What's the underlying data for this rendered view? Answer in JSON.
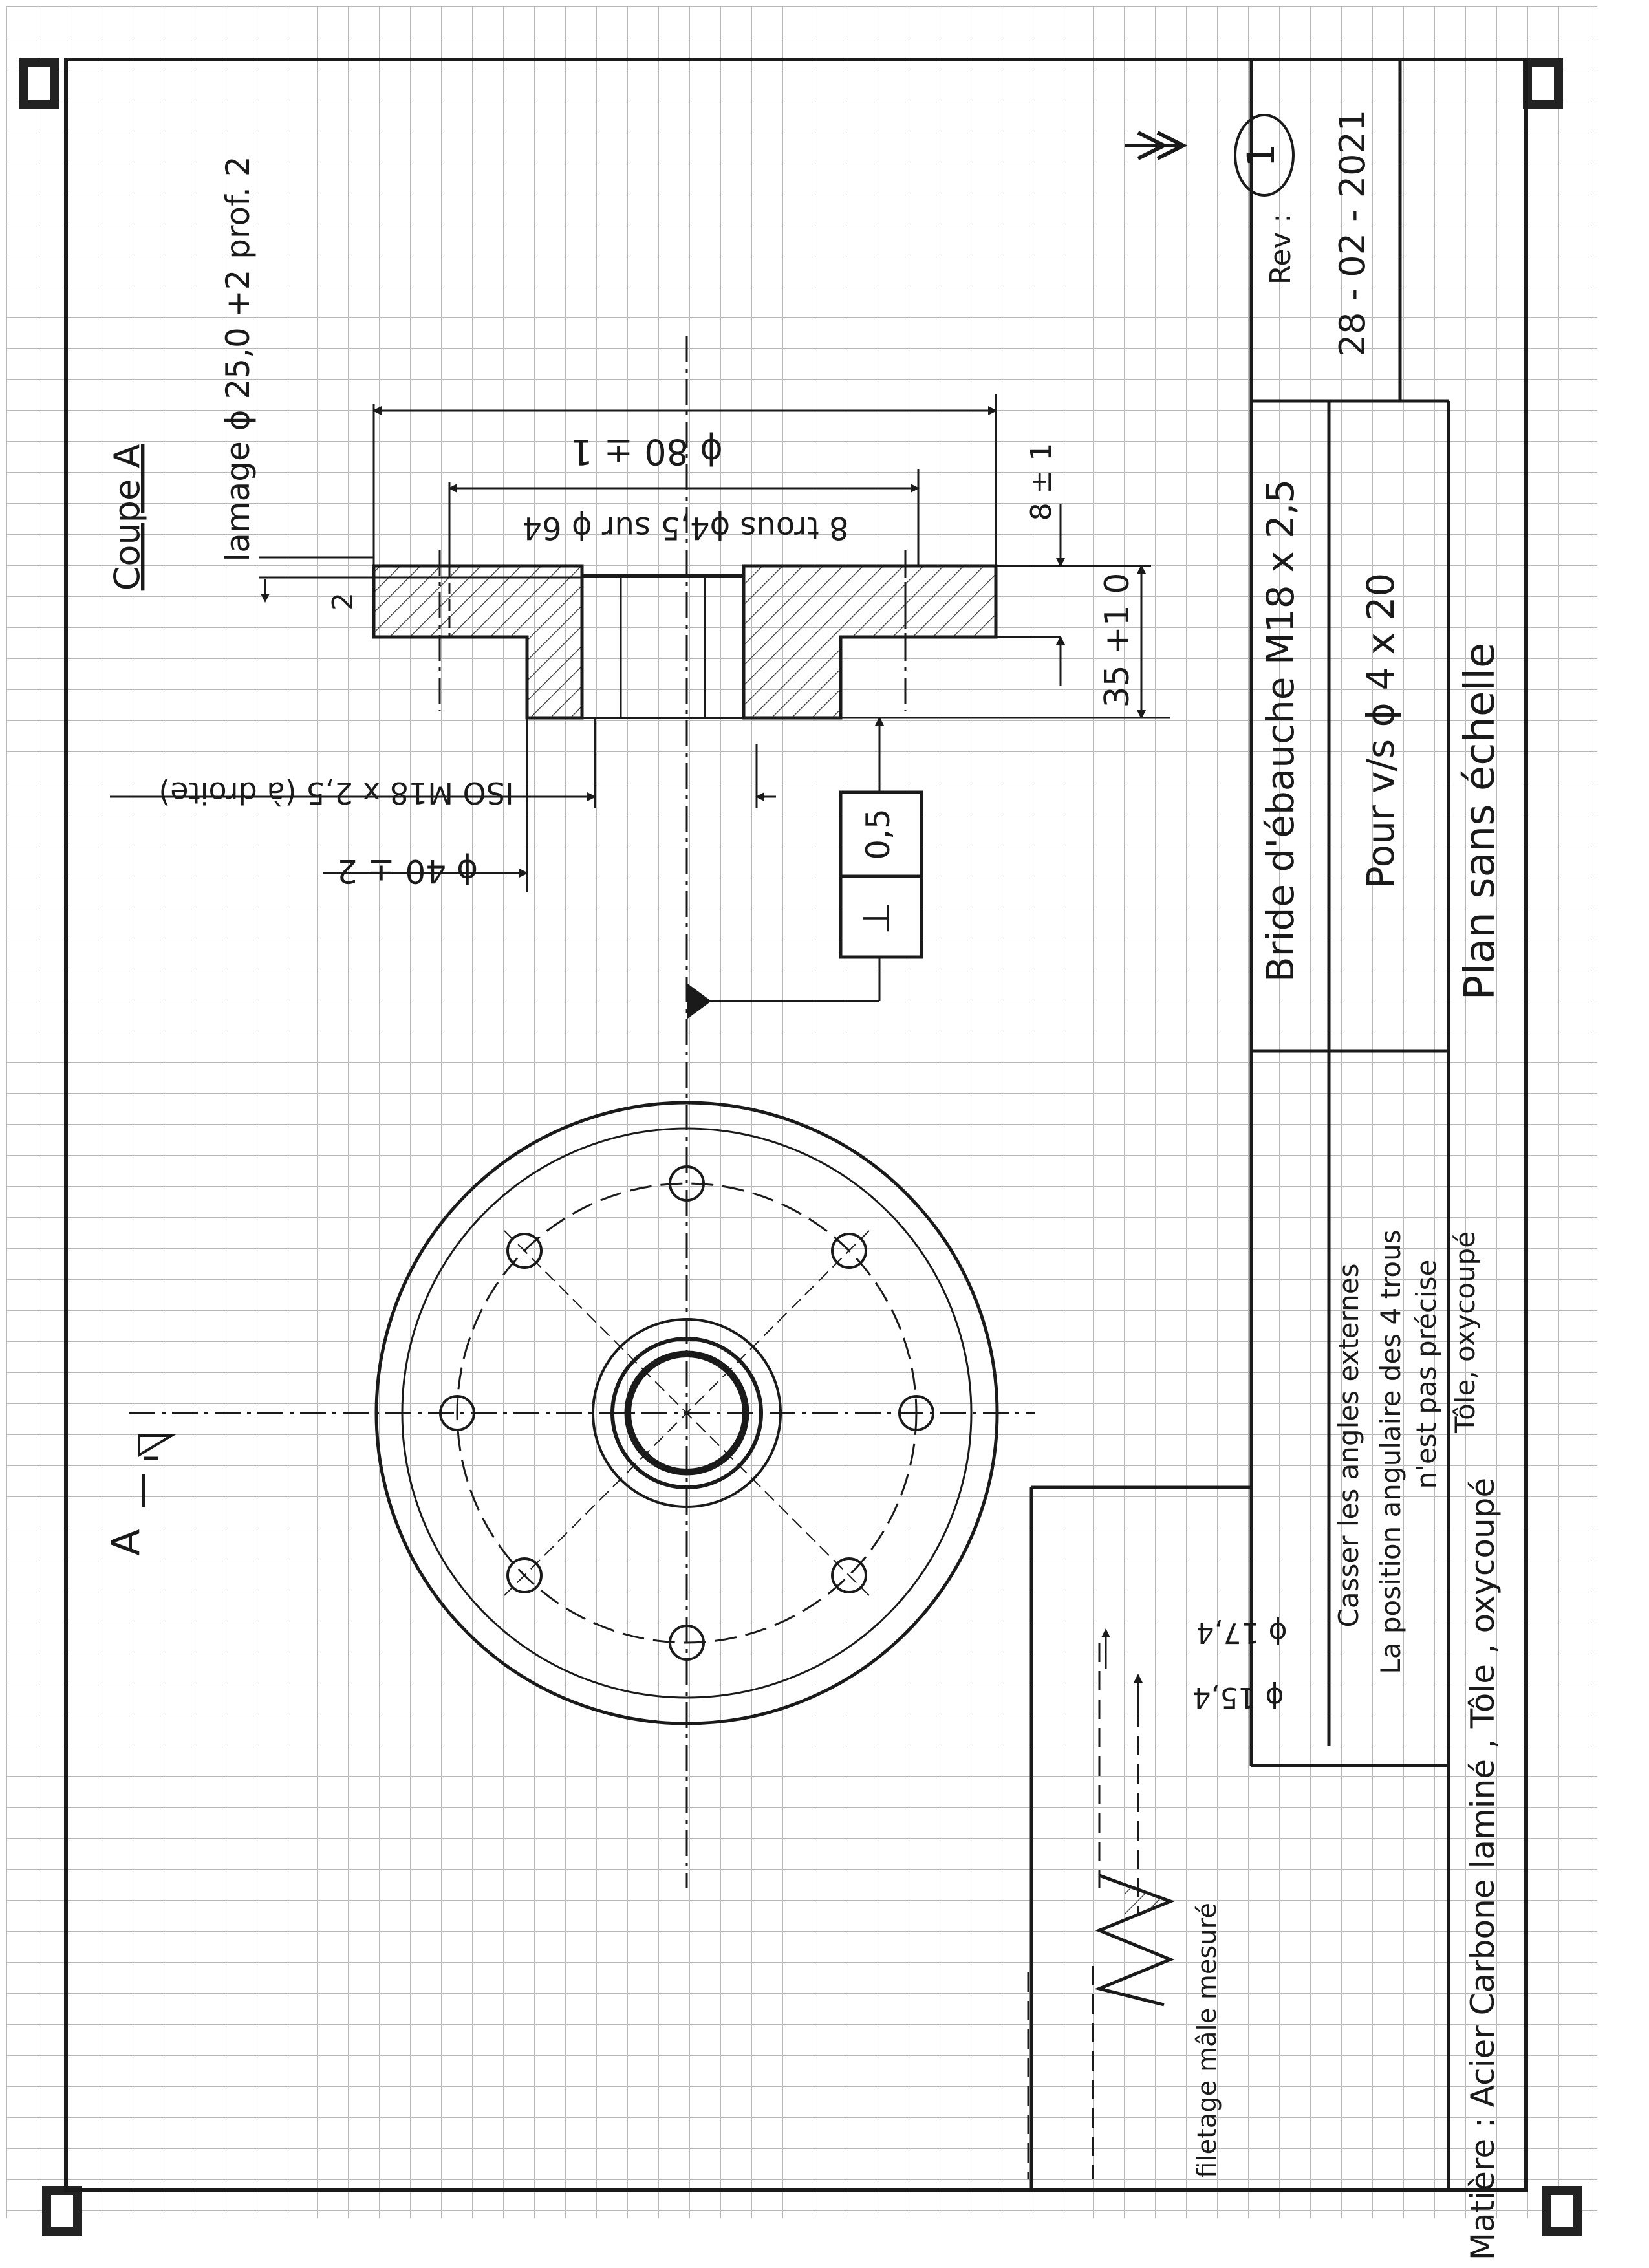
{
  "drawing": {
    "section_label": "Coupe A",
    "section_marker": "A",
    "counterbore_note": "lamage ϕ 25,0 +2 prof. 2",
    "dim_outer_diameter": "ϕ 80 ± 1",
    "dim_bolt_holes": "8 trous ϕ4,5 sur ϕ 64",
    "dim_flange_thickness": "8 ± 1",
    "dim_total_height": "35 +1 0",
    "dim_counterbore_depth": "2",
    "dim_thread": "ISO M18 x 2,5 (à droite)",
    "dim_hub_diameter": "ϕ 40 ± 2",
    "tolerance_symbol": "⊥",
    "tolerance_value": "0,5",
    "dim_thread_major": "ϕ 15,4",
    "dim_thread_minor": "ϕ 17,4",
    "thread_label": "filetage mâle mesuré"
  },
  "title_block": {
    "revision_label": "Rev :",
    "revision_number": "1",
    "date": "28 - 02 - 2021",
    "part_name": "Bride d'ébauche M18 x 2,5",
    "screws": "Pour v/s ϕ 4 x 20",
    "scale_note": "Plan sans échelle",
    "notes": [
      "Casser les angles externes",
      "La position angulaire des 4 trous",
      "n'est pas précise",
      "Tôle, oxycoupé"
    ],
    "material": "Matière : Acier Carbone laminé , Tôle , oxycoupé"
  },
  "colors": {
    "ink": "#1a1a1a",
    "grid": "#b8b8b8",
    "paper": "#ffffff",
    "hatch": "#333333"
  },
  "icons": {
    "corner_marks": "registration-mark-icon",
    "arrow": "double-arrow-icon"
  }
}
